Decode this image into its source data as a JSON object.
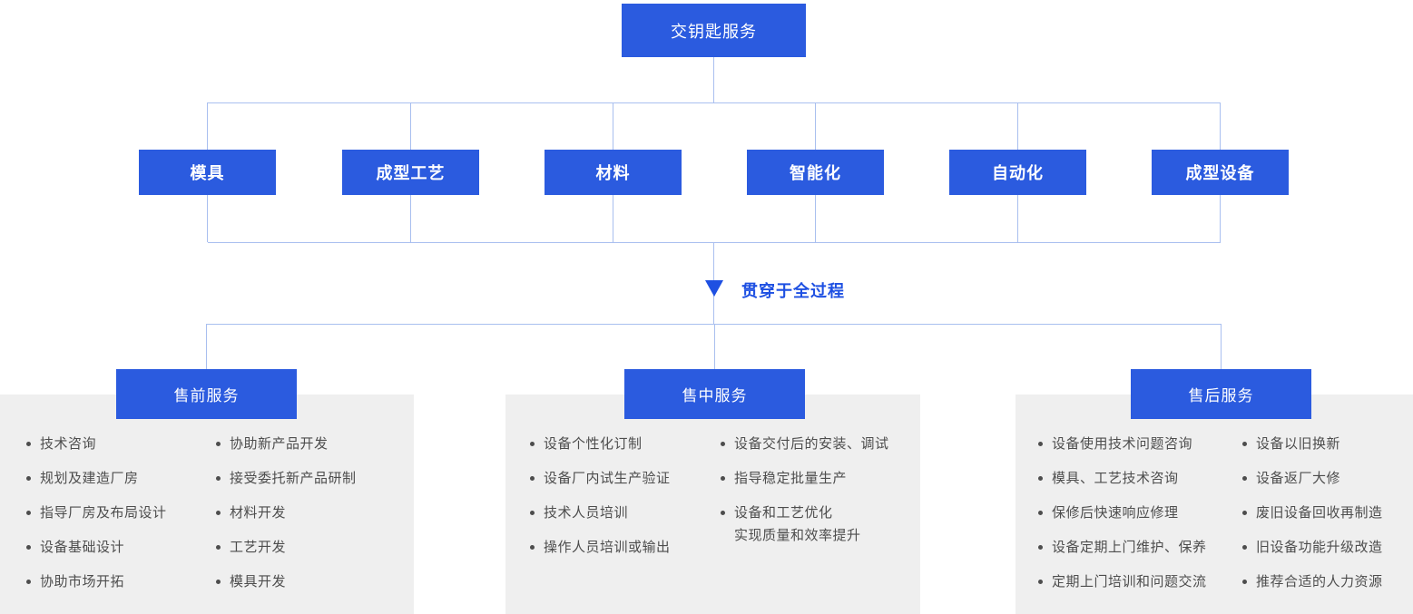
{
  "diagram": {
    "root": {
      "label": "交钥匙服务"
    },
    "capabilities": [
      {
        "label": "模具"
      },
      {
        "label": "成型工艺"
      },
      {
        "label": "材料"
      },
      {
        "label": "智能化"
      },
      {
        "label": "自动化"
      },
      {
        "label": "成型设备"
      }
    ],
    "process_note": {
      "label": "贯穿于全过程"
    },
    "services": [
      {
        "title": "售前服务",
        "columns": [
          [
            "技术咨询",
            "规划及建造厂房",
            "指导厂房及布局设计",
            "设备基础设计",
            "协助市场开拓"
          ],
          [
            "协助新产品开发",
            "接受委托新产品研制",
            "材料开发",
            "工艺开发",
            "模具开发"
          ]
        ]
      },
      {
        "title": "售中服务",
        "columns": [
          [
            "设备个性化订制",
            "设备厂内试生产验证",
            "技术人员培训",
            "操作人员培训或输出"
          ],
          [
            "设备交付后的安装、调试",
            "指导稳定批量生产",
            "设备和工艺优化\n实现质量和效率提升"
          ]
        ]
      },
      {
        "title": "售后服务",
        "columns": [
          [
            "设备使用技术问题咨询",
            "模具、工艺技术咨询",
            "保修后快速响应修理",
            "设备定期上门维护、保养",
            "定期上门培训和问题交流"
          ],
          [
            "设备以旧换新",
            "设备返厂大修",
            "废旧设备回收再制造",
            "旧设备功能升级改造",
            "推荐合适的人力资源"
          ]
        ]
      }
    ],
    "colors": {
      "box_blue": "#2B5BDF",
      "connector_blue": "#A9BFEF",
      "note_blue": "#1E50E2",
      "panel_gray": "#EFEFEF",
      "item_text": "#4D4D4D"
    }
  }
}
